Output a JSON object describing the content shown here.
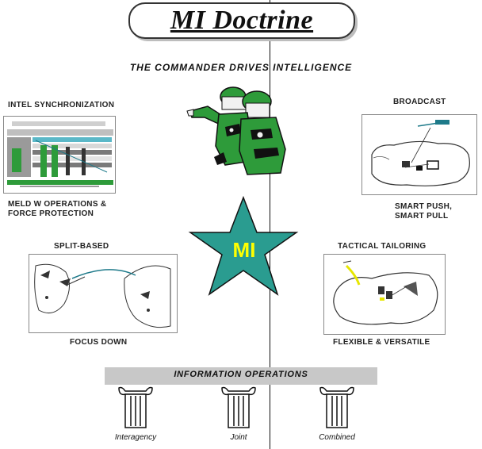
{
  "title": "MI Doctrine",
  "subtitle": "THE COMMANDER DRIVES INTELLIGENCE",
  "star_label": "MI",
  "panels": {
    "intel_sync": {
      "caption": "INTEL SYNCHRONIZATION",
      "bottom_caption_line1": "MELD W OPERATIONS &",
      "bottom_caption_line2": "FORCE PROTECTION"
    },
    "broadcast": {
      "caption": "BROADCAST",
      "bottom_caption_line1": "SMART PUSH,",
      "bottom_caption_line2": "SMART PULL"
    },
    "split_based": {
      "caption": "SPLIT-BASED",
      "bottom_caption": "FOCUS DOWN"
    },
    "tactical_tailoring": {
      "caption": "TACTICAL TAILORING",
      "bottom_caption": "FLEXIBLE & VERSATILE"
    }
  },
  "foundation": {
    "band_label": "INFORMATION OPERATIONS",
    "pillars": [
      "Interagency",
      "Joint",
      "Combined"
    ]
  },
  "colors": {
    "star": "#2a9c90",
    "star_text": "#ffff00",
    "soldier_green": "#2e9b3a",
    "band_gray": "#c8c8c8"
  }
}
